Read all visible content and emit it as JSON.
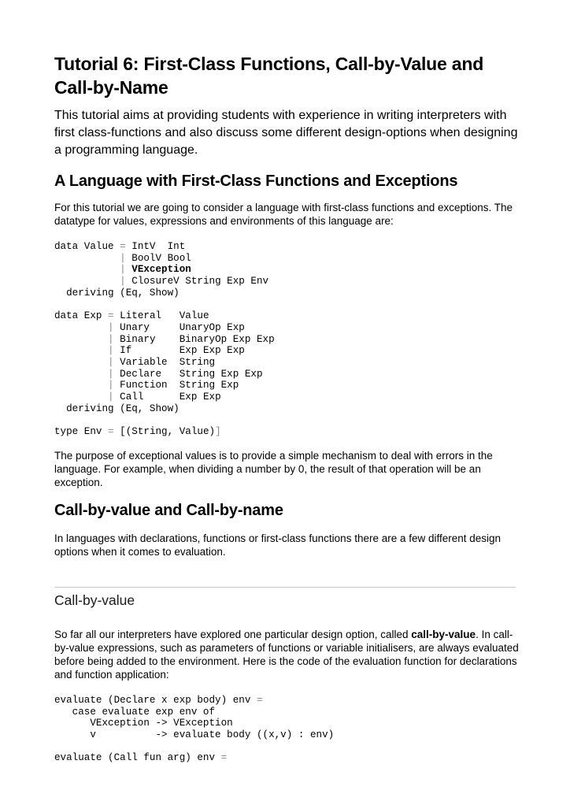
{
  "title": "Tutorial 6: First-Class Functions, Call-by-Value and Call-by-Name",
  "intro": "This tutorial aims at providing students with experience in writing interpreters with first class-functions and also discuss some different design-options when designing a programming language.",
  "section1": {
    "heading": "A Language with First-Class Functions and Exceptions",
    "paragraph": "For this tutorial we are going to consider a language with first-class functions and exceptions. The datatype for values, expressions and environments of this language are:",
    "code_value": {
      "line1_kw": "data Value ",
      "line1_eq": "=",
      "line1_rest": " IntV  Int",
      "line2_indent": "           ",
      "line2_bar": "|",
      "line2_rest": " BoolV Bool",
      "line3_indent": "           ",
      "line3_bar": "|",
      "line3_bold": " VException",
      "line4_indent": "           ",
      "line4_bar": "|",
      "line4_rest": " ClosureV String Exp Env",
      "line5": "  deriving (Eq, Show)"
    },
    "code_exp": {
      "head_kw": "data Exp ",
      "head_eq": "=",
      "head_rest": " Literal   Value",
      "rows": [
        " Unary     UnaryOp Exp",
        " Binary    BinaryOp Exp Exp",
        " If        Exp Exp Exp",
        " Variable  String",
        " Declare   String Exp Exp",
        " Function  String Exp",
        " Call      Exp Exp"
      ],
      "indent": "         ",
      "bar": "|",
      "deriving": "  deriving (Eq, Show)"
    },
    "code_env": {
      "kw": "type Env ",
      "eq": "=",
      "mid": " [(String, Value)",
      "close": "]"
    },
    "paragraph2": "The purpose of exceptional values is to provide a simple mechanism to deal with errors in the language.  For example, when dividing a number by 0, the result of that operation will be an exception."
  },
  "section2": {
    "heading": "Call-by-value and Call-by-name",
    "paragraph": "In languages with declarations, functions or first-class functions there are a few different design options when it comes to evaluation."
  },
  "section3": {
    "heading": "Call-by-value",
    "para_before": "So far all our interpreters have explored one particular design option, called ",
    "para_bold": "call-by-value",
    "para_after": ". In call-by-value expressions, such as parameters of functions or variable initialisers, are always evaluated before being added to the environment. Here is the code of the evaluation function for declarations and function application:",
    "code_declare": {
      "l1": "evaluate (Declare x exp body) env ",
      "l1_eq": "=",
      "l2": "   case evaluate exp env of",
      "l3": "      VException -> VException",
      "l4": "      v          -> evaluate body ((x,v) : env)"
    },
    "code_call": {
      "l1": "evaluate (Call fun arg) env ",
      "l1_eq": "="
    }
  }
}
